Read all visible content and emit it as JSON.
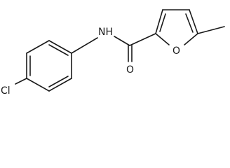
{
  "molecule": {
    "atoms": {
      "cl": "Cl",
      "nh": "NH",
      "o_carbonyl": "O",
      "o_ring": "O"
    }
  },
  "colors": {
    "line": "#1a1a1a",
    "background": "#ffffff"
  }
}
